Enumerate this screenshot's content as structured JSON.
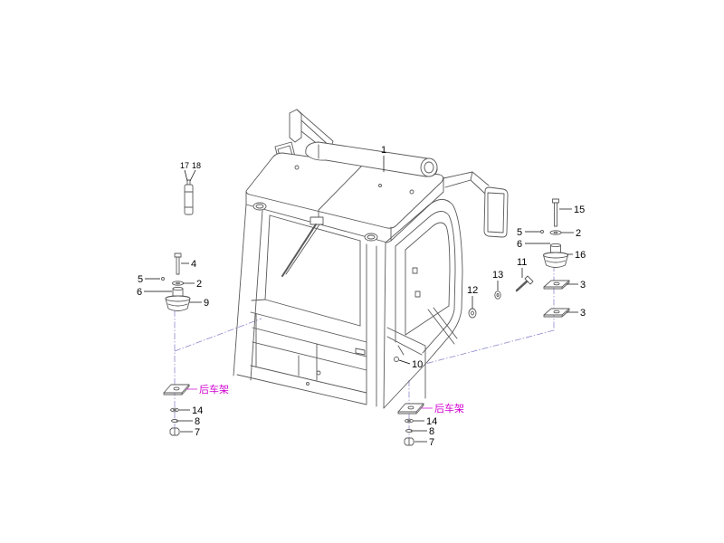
{
  "callouts": {
    "cab": "1",
    "part_17": "17",
    "part_18": "18",
    "left_bolt": "4",
    "left_item_5": "5",
    "left_washer": "2",
    "left_item_6": "6",
    "left_mount": "9",
    "right_bolt": "15",
    "right_item_5": "5",
    "right_washer": "2",
    "right_item_6": "6",
    "right_mount": "16",
    "right_plate_upper": "3",
    "right_plate_lower": "3",
    "side_bolt": "11",
    "side_washer": "13",
    "side_washer_large": "12",
    "cab_mount_point": "10",
    "left_lower_item_14": "14",
    "left_lower_item_8": "8",
    "left_lower_nut": "7",
    "right_lower_item_14": "14",
    "right_lower_item_8": "8",
    "right_lower_nut": "7"
  },
  "frame_labels": {
    "left": "后车架",
    "right": "后车架"
  },
  "colors": {
    "drawing": "#5a5a5a",
    "callout": "#000000",
    "frame_label": "#d000d0",
    "centerline": "#8c88cc"
  }
}
